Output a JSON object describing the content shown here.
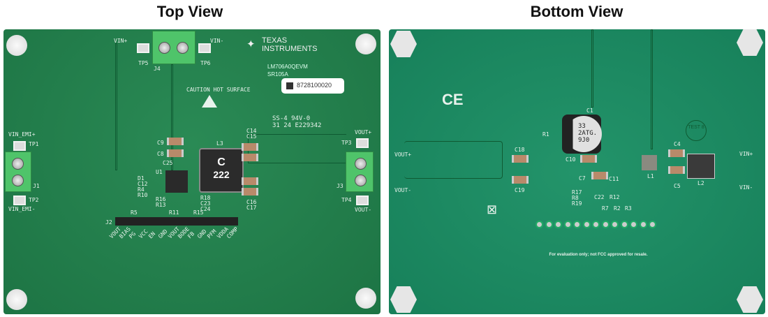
{
  "titles": {
    "top": "Top View",
    "bottom": "Bottom View"
  },
  "top": {
    "brand_line1": "TEXAS",
    "brand_line2": "INSTRUMENTS",
    "model": "LM706A0QEVM",
    "rev": "SR105A",
    "serial": "8728100020",
    "caution": "CAUTION HOT SURFACE",
    "ul_line1": "SS-4 94V-0",
    "ul_line2": "31 24 E229342",
    "inductor_marking_1": "C",
    "inductor_marking_2": "222",
    "labels": {
      "vin_plus": "VIN+",
      "vin_minus": "VIN-",
      "tp5": "TP5",
      "tp6": "TP6",
      "j4": "J4",
      "vin_emi_plus": "VIN_EMI+",
      "vin_emi_minus": "VIN_EMI-",
      "tp1": "TP1",
      "tp2": "TP2",
      "j1": "J1",
      "vout_plus": "VOUT+",
      "vout_minus": "VOUT-",
      "tp3": "TP3",
      "tp4": "TP4",
      "j3": "J3",
      "j2": "J2",
      "l3": "L3",
      "u1": "U1",
      "c9": "C9",
      "c8": "C8",
      "c25": "C25",
      "d1": "D1",
      "c12": "C12",
      "r4": "R4",
      "r10": "R10",
      "r5": "R5",
      "r11": "R11",
      "r15": "R15",
      "r16": "R16",
      "r13": "R13",
      "r18": "R18",
      "c23": "C23",
      "c24": "C24",
      "c14": "C14",
      "c15": "C15",
      "c16": "C16",
      "c17": "C17"
    },
    "header_pins": [
      "VOUT",
      "BIAS",
      "PG",
      "VCC",
      "EN",
      "GND",
      "VOUT",
      "BODE",
      "FB",
      "GND",
      "PFM",
      "VDDA",
      "COMP"
    ]
  },
  "bottom": {
    "ce_mark": "CE",
    "cap_marking": [
      "33",
      "2ATG.",
      "9J0"
    ],
    "test_mark": "TEST 8",
    "footer": "For evaluation only; not FCC approved for resale.",
    "labels": {
      "vout_plus": "VOUT+",
      "vout_minus": "VOUT-",
      "vin_plus": "VIN+",
      "vin_minus": "VIN-",
      "c1": "C1",
      "c10": "C10",
      "c18": "C18",
      "c19": "C19",
      "c7": "C7",
      "c11": "C11",
      "c4": "C4",
      "c5": "C5",
      "l1": "L1",
      "l2": "L2",
      "r1": "R1",
      "r17": "R17",
      "r8": "R8",
      "r19": "R19",
      "c22": "C22",
      "r12": "R12",
      "r7": "R7",
      "r2": "R2",
      "r3": "R3"
    }
  }
}
